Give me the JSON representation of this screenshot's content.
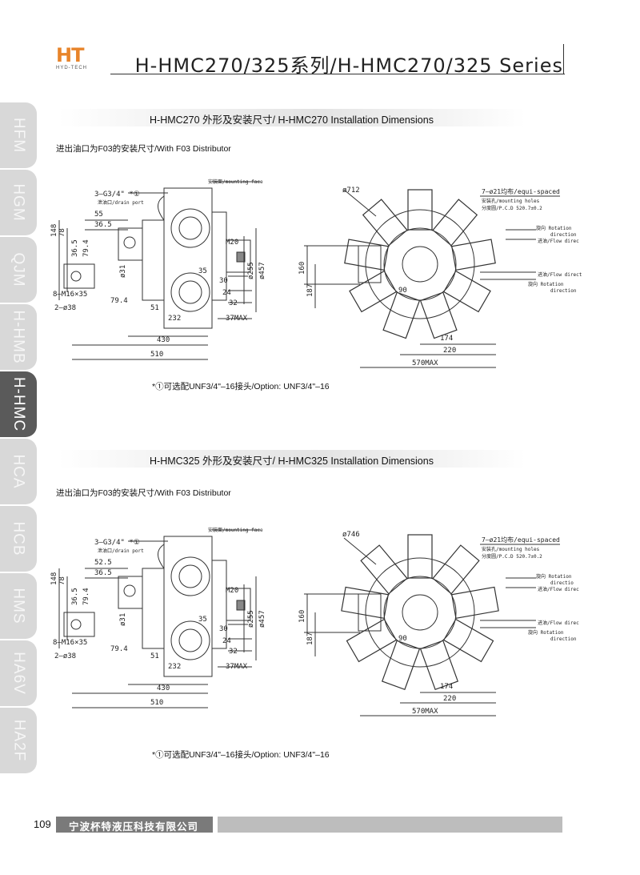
{
  "header": {
    "logo_text": "HT",
    "logo_sub": "HYD-TECH",
    "title": "H-HMC270/325系列/H-HMC270/325 Series"
  },
  "side_tabs": [
    "HFM",
    "HGM",
    "QJM",
    "H-HMB",
    "H-HMC",
    "HCA",
    "HCB",
    "HMS",
    "HA6V",
    "HA2F"
  ],
  "active_tab": "H-HMC",
  "section1": {
    "title": "H-HMC270 外形及安装尺寸/ H-HMC270 Installation Dimensions",
    "with_label": "进出油口为F03的安装尺寸/With F03 Distributor",
    "option_note": "*①可选配UNF3/4\"–16接头/Option: UNF3/4\"–16",
    "side_view": {
      "port_label": "3–G3/4\" *①",
      "drain_label": "泄油口/drain port",
      "mount_label": "安装面/mounting face",
      "dims": [
        "148",
        "78",
        "55",
        "36.5",
        "36.5",
        "79.4",
        "M20",
        "ø255",
        "ø457",
        "35",
        "30",
        "24",
        "32",
        "79.4",
        "51",
        "232",
        "37MAX",
        "430",
        "510",
        "ø31"
      ],
      "bolt_label": "8–M16×35",
      "dowel_label": "2–ø38"
    },
    "front_view": {
      "outer_dia": "ø712",
      "holes_label": "7–ø21均布/equi-spaced",
      "holes_cn": "安装孔/mounting holes",
      "pcd_label": "分度圆/P.C.D 520.7±0.2",
      "rotation_top": [
        "旋向 Rotation",
        "direction"
      ],
      "flow_top": "进油/Flow direc",
      "flow_bottom": "进油/Flow direct",
      "rotation_bottom": [
        "旋向 Rotation",
        "direction"
      ],
      "dims": [
        "160",
        "187",
        "90",
        "174",
        "220",
        "570MAX"
      ]
    }
  },
  "section2": {
    "title": "H-HMC325 外形及安装尺寸/ H-HMC325 Installation Dimensions",
    "with_label": "进出油口为F03的安装尺寸/With F03 Distributor",
    "option_note": "*①可选配UNF3/4\"–16接头/Option: UNF3/4\"–16",
    "side_view": {
      "port_label": "3–G3/4\" *①",
      "drain_label": "泄油口/drain port",
      "mount_label": "安装面/mounting face",
      "dims": [
        "148",
        "78",
        "52.5",
        "36.5",
        "36.5",
        "79.4",
        "M20",
        "ø255",
        "ø457",
        "35",
        "30",
        "24",
        "32",
        "79.4",
        "51",
        "232",
        "37MAX",
        "430",
        "510",
        "ø31"
      ],
      "bolt_label": "8–M16×35",
      "dowel_label": "2–ø38"
    },
    "front_view": {
      "outer_dia": "ø746",
      "holes_label": "7–ø21均布/equi-spaced",
      "holes_cn": "安装孔/mounting holes",
      "pcd_label": "分度圆/P.C.D 520.7±0.2",
      "rotation_top": [
        "旋向 Rotation",
        "directio"
      ],
      "flow_top": "进油/Flow direc",
      "flow_bottom": "进油/Flow direc",
      "rotation_bottom": [
        "旋向 Rotation",
        "direction"
      ],
      "dims": [
        "160",
        "187",
        "90",
        "174",
        "220",
        "570MAX"
      ]
    }
  },
  "footer": {
    "page_number": "109",
    "company": "宁波杯特液压科技有限公司"
  }
}
